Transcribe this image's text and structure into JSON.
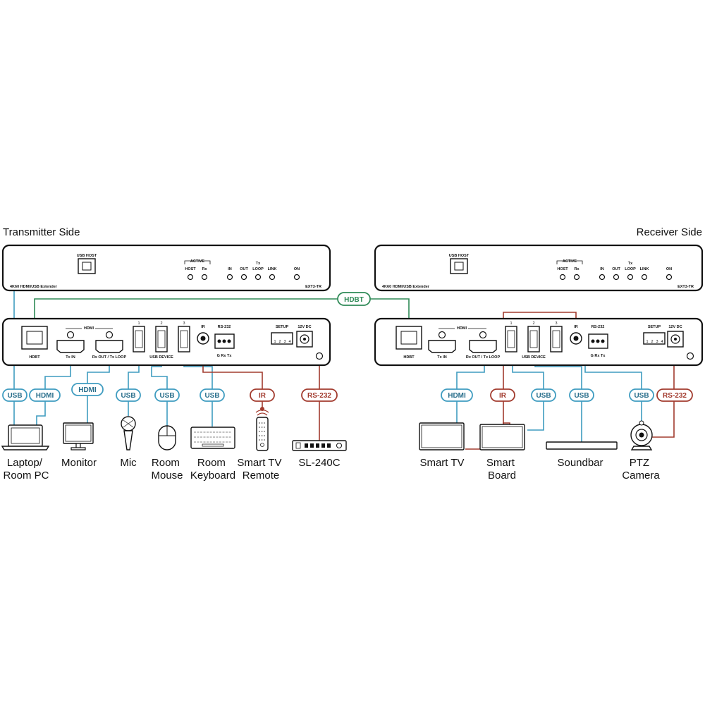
{
  "sides": {
    "transmitter": "Transmitter Side",
    "receiver": "Receiver Side"
  },
  "panel_text": {
    "usb_host": "USB HOST",
    "active": "ACTIVE",
    "host": "HOST",
    "rx": "Rx",
    "in": "IN",
    "out": "OUT",
    "tx": "Tx",
    "loop": "LOOP",
    "link": "LINK",
    "on": "ON",
    "product": "4K60 HDMI/USB Extender",
    "model": "EXT3-TR",
    "hdbt": "HDBT",
    "hdmi": "HDMI",
    "tx_in": "Tx IN",
    "rx_out_tx_loop": "Rx OUT / Tx LOOP",
    "usb_device": "USB DEVICE",
    "ir": "IR",
    "rs232": "RS-232",
    "setup": "SETUP",
    "dc": "12V DC",
    "g_rx_tx": "G Rx Tx",
    "dip_1": "1",
    "dip_2": "2",
    "dip_3": "3",
    "dip_4": "4",
    "usb_1": "1",
    "usb_2": "2",
    "usb_3": "3"
  },
  "link_label": "HDBT",
  "tags": {
    "usb": "USB",
    "hdmi": "HDMI",
    "ir": "IR",
    "rs232": "RS-232"
  },
  "devices": {
    "laptop": "Laptop/\nRoom PC",
    "monitor": "Monitor",
    "mic": "Mic",
    "mouse": "Room\nMouse",
    "keyboard": "Room\nKeyboard",
    "remote": "Smart TV\nRemote",
    "sl240c": "SL-240C",
    "smart_tv": "Smart TV",
    "smart_board": "Smart\nBoard",
    "soundbar": "Soundbar",
    "ptz": "PTZ\nCamera"
  },
  "colors": {
    "usb_hdmi": "#3f9cc0",
    "ir_rs232": "#a23b2e",
    "hdbt": "#2f8a57",
    "outline": "#111111"
  }
}
